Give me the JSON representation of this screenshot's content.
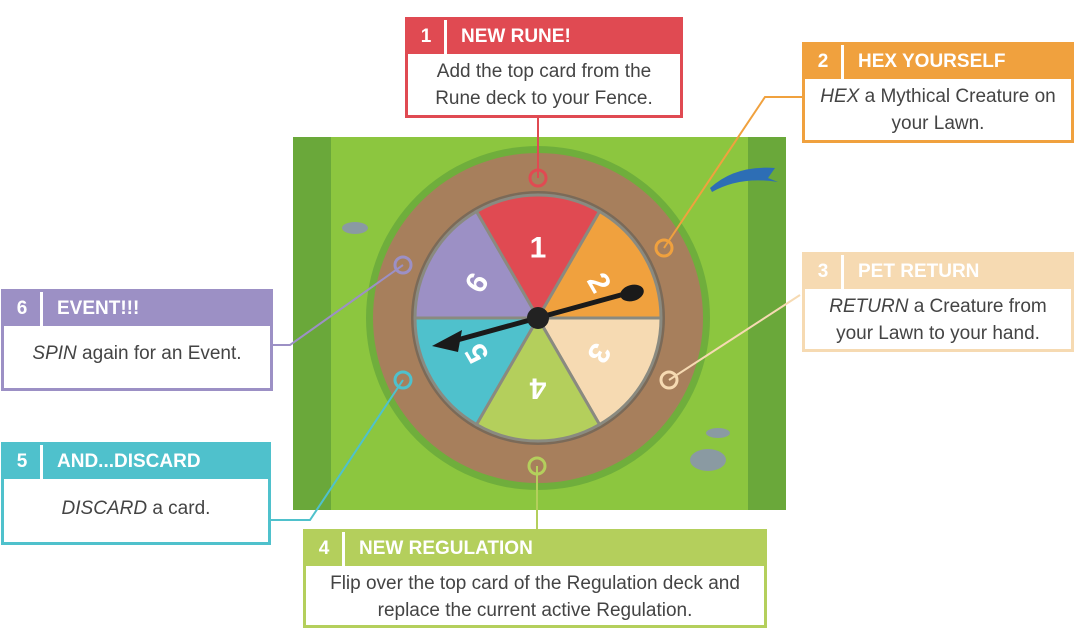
{
  "colors": {
    "red": "#e04a52",
    "orange": "#f0a13e",
    "beige": "#f6dab2",
    "green": "#b4cf5c",
    "teal": "#4fc1cc",
    "purple": "#9c90c5",
    "grass": "#8cc63f",
    "dirt": "#a77f5c"
  },
  "wheel_numbers": [
    "1",
    "2",
    "3",
    "4",
    "5",
    "6"
  ],
  "steps": [
    {
      "num": "1",
      "title": "NEW RUNE!",
      "em": "",
      "text": "Add the top card from the Rune deck to your Fence."
    },
    {
      "num": "2",
      "title": "HEX YOURSELF",
      "em": "HEX",
      "text": " a Mythical Creature on your Lawn."
    },
    {
      "num": "3",
      "title": "PET RETURN",
      "em": "RETURN",
      "text": " a Creature from your Lawn to your hand."
    },
    {
      "num": "4",
      "title": "NEW REGULATION",
      "em": "",
      "text": "Flip over the top card of the Regulation deck and replace the current active Regulation."
    },
    {
      "num": "5",
      "title": "AND...DISCARD",
      "em": "DISCARD",
      "text": " a card."
    },
    {
      "num": "6",
      "title": "EVENT!!!",
      "em": "SPIN",
      "text": " again for an Event."
    }
  ]
}
